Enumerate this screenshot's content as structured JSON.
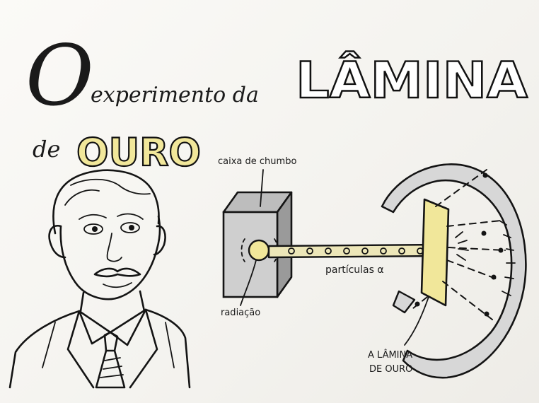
{
  "title": {
    "letter": "O",
    "line1": "experimento da",
    "big_word": "LÂMINA",
    "prefix2": "de",
    "gold_word": "OURO"
  },
  "labels": {
    "lead_box": "caixa de chumbo",
    "source": "radiação",
    "particles": "partículas α",
    "foil_line1": "A LÂMINA",
    "foil_line2": "DE OURO"
  },
  "colors": {
    "ink": "#141414",
    "gold_fill": "#f1e79a",
    "box_front": "#c9c9c9",
    "box_side": "#9a9a9a",
    "screen": "#d7d7d7"
  },
  "icons": {
    "scientist": "scientist-portrait-icon",
    "box": "lead-box-icon",
    "screen": "fluorescent-screen-icon",
    "foil": "gold-foil-icon"
  }
}
